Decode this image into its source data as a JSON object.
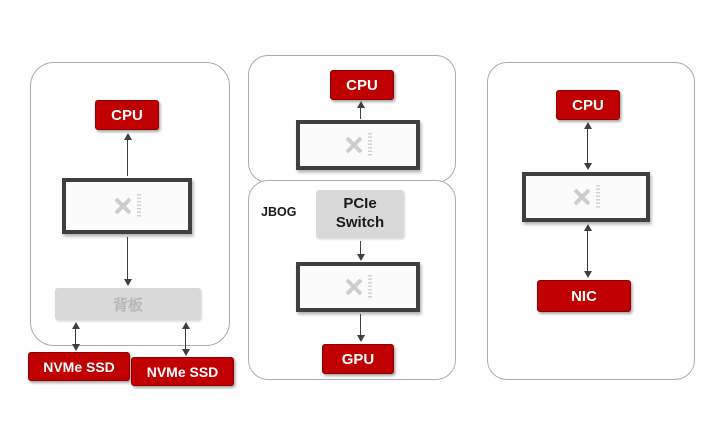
{
  "storage_panel": {
    "cpu": "CPU",
    "backplane": "背板",
    "ssd_left": "NVMe SSD",
    "ssd_right": "NVMe SSD"
  },
  "host_panel": {
    "cpu": "CPU"
  },
  "jbog_panel": {
    "label": "JBOG",
    "pcie_switch": "PCIe\nSwitch",
    "gpu": "GPU"
  },
  "nic_panel": {
    "cpu": "CPU",
    "nic": "NIC"
  },
  "colors": {
    "accent_red": "#C00000",
    "chip_frame": "#3F3F3F",
    "muted_gray": "#D9D9D9",
    "panel_border": "#ABABAB"
  }
}
